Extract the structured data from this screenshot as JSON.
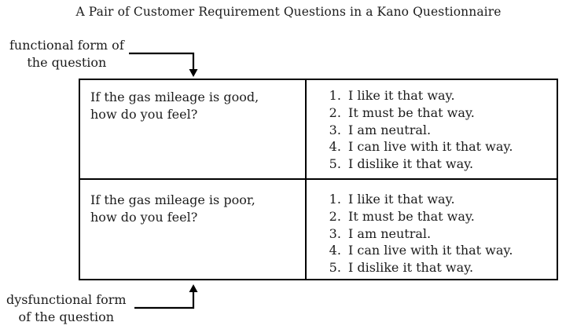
{
  "title": "A Pair of Customer Requirement Questions in a Kano Questionnaire",
  "annotations": {
    "functional": {
      "line1": "functional form of",
      "line2": "the question"
    },
    "dysfunctional": {
      "line1": "dysfunctional form",
      "line2": "of the question"
    }
  },
  "table": {
    "rows": [
      {
        "question_line1": "If the gas mileage is good,",
        "question_line2": "how do you feel?",
        "options": [
          "I like it that way.",
          "It must be that way.",
          "I am neutral.",
          "I can live with it that way.",
          "I dislike it that way."
        ]
      },
      {
        "question_line1": "If the gas mileage is poor,",
        "question_line2": "how do you feel?",
        "options": [
          "I like it that way.",
          "It must be that way.",
          "I am neutral.",
          "I can live with it that way.",
          "I dislike it that way."
        ]
      }
    ]
  },
  "colors": {
    "text": "#1c1c1c",
    "border": "#000000",
    "background": "#ffffff"
  }
}
